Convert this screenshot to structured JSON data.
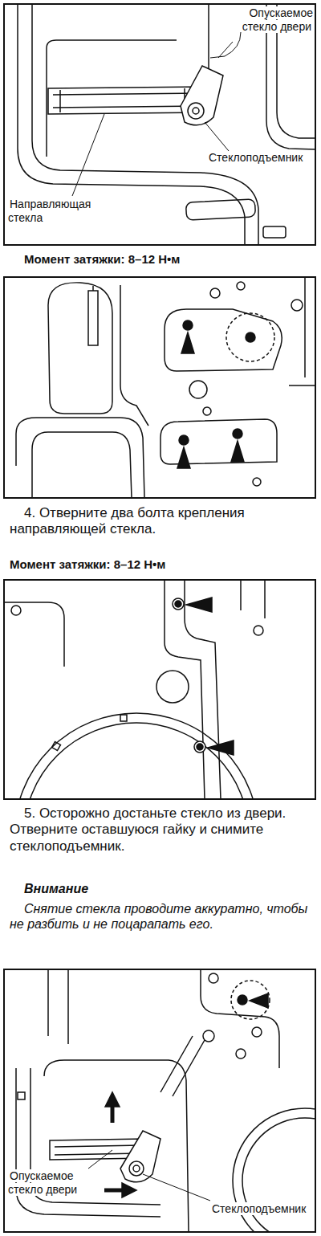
{
  "diagram": {
    "labels": [
      "Опускаемое стекло двери",
      "Стеклоподъемник",
      "Направляющая стекла",
      "Момент затяжки: 8–12 Н•м",
      "4. Отверните два болта крепления направляющей стекла.",
      "Момент затяжки: 8–12 Н•м",
      "5. Осторожно достаньте стекло из двери. Отверните оставшуюся гайку и снимите стеклоподъемник.",
      "Внимание",
      "Снятие стекла проводите аккуратно, чтобы не разбить и не поцарапать его.",
      "Опускаемое стекло двери",
      "Стеклоподъемник"
    ]
  }
}
